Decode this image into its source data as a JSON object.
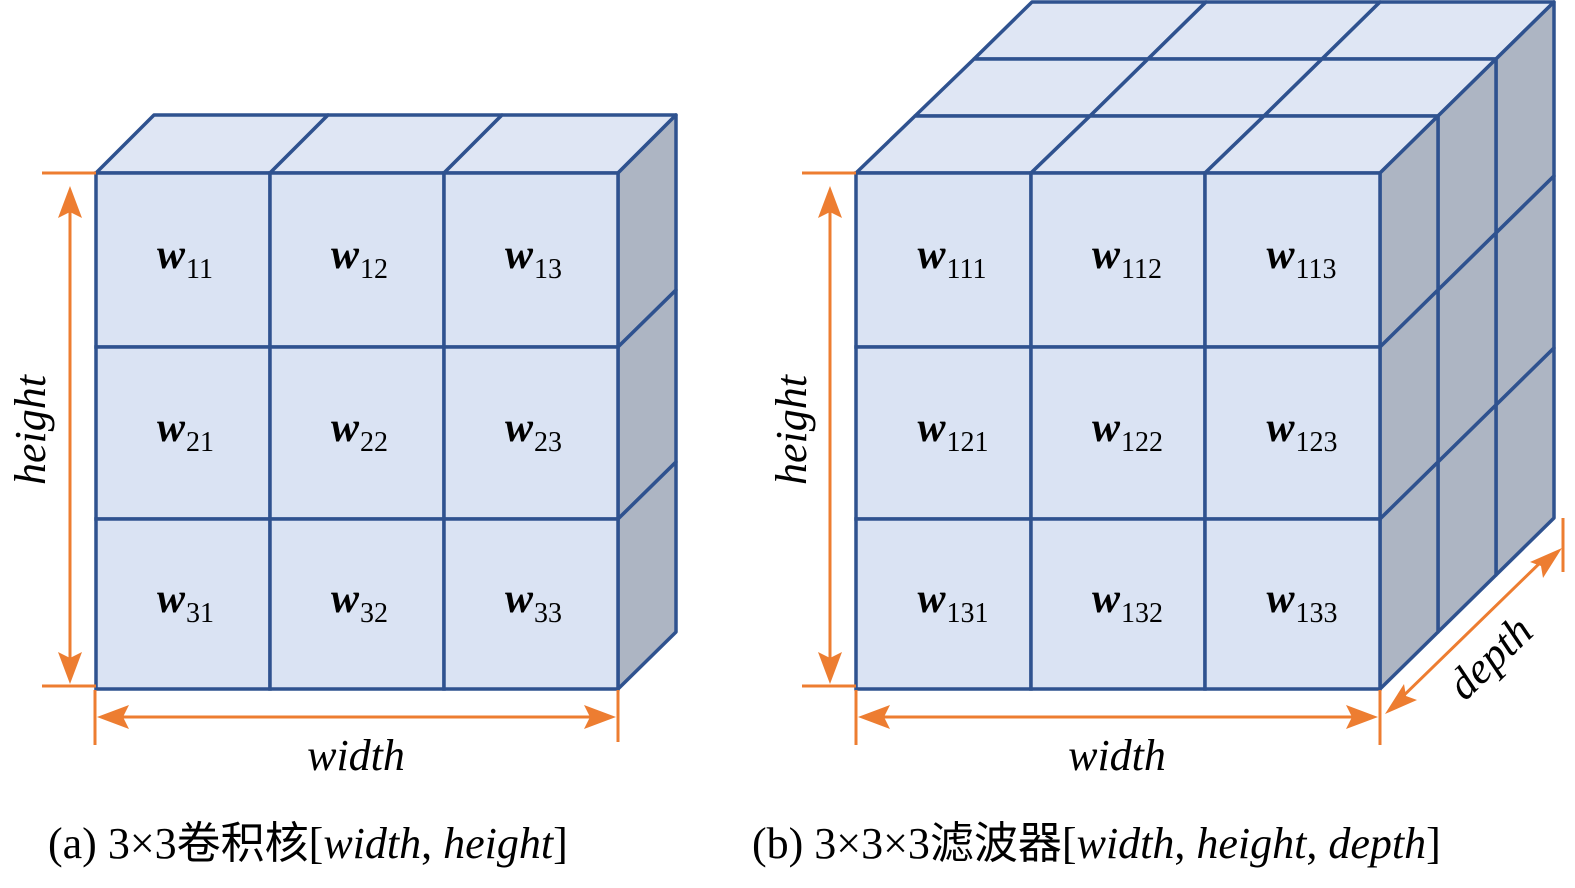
{
  "figure": {
    "colors": {
      "front_face": "#dae3f3",
      "top_face": "#dfe6f4",
      "side_face": "#adb5c3",
      "edge": "#2f528f",
      "dimension": "#ed7d31"
    },
    "panel_a": {
      "cells": [
        [
          "11",
          "12",
          "13"
        ],
        [
          "21",
          "22",
          "23"
        ],
        [
          "31",
          "32",
          "33"
        ]
      ],
      "symbol": "w",
      "width_label": "width",
      "height_label": "height",
      "caption": {
        "prefix": "(a)  3×3卷积核[",
        "italic_1": "width",
        "sep_1": ", ",
        "italic_2": "height",
        "suffix": "]"
      }
    },
    "panel_b": {
      "cells": [
        [
          "111",
          "112",
          "113"
        ],
        [
          "121",
          "122",
          "123"
        ],
        [
          "131",
          "132",
          "133"
        ]
      ],
      "symbol": "w",
      "width_label": "width",
      "height_label": "height",
      "depth_label": "depth",
      "caption": {
        "prefix": "(b)  3×3×3滤波器[",
        "italic_1": "width",
        "sep_1": ", ",
        "italic_2": "height",
        "sep_2": ", ",
        "italic_3": "depth",
        "suffix": "]"
      }
    }
  }
}
